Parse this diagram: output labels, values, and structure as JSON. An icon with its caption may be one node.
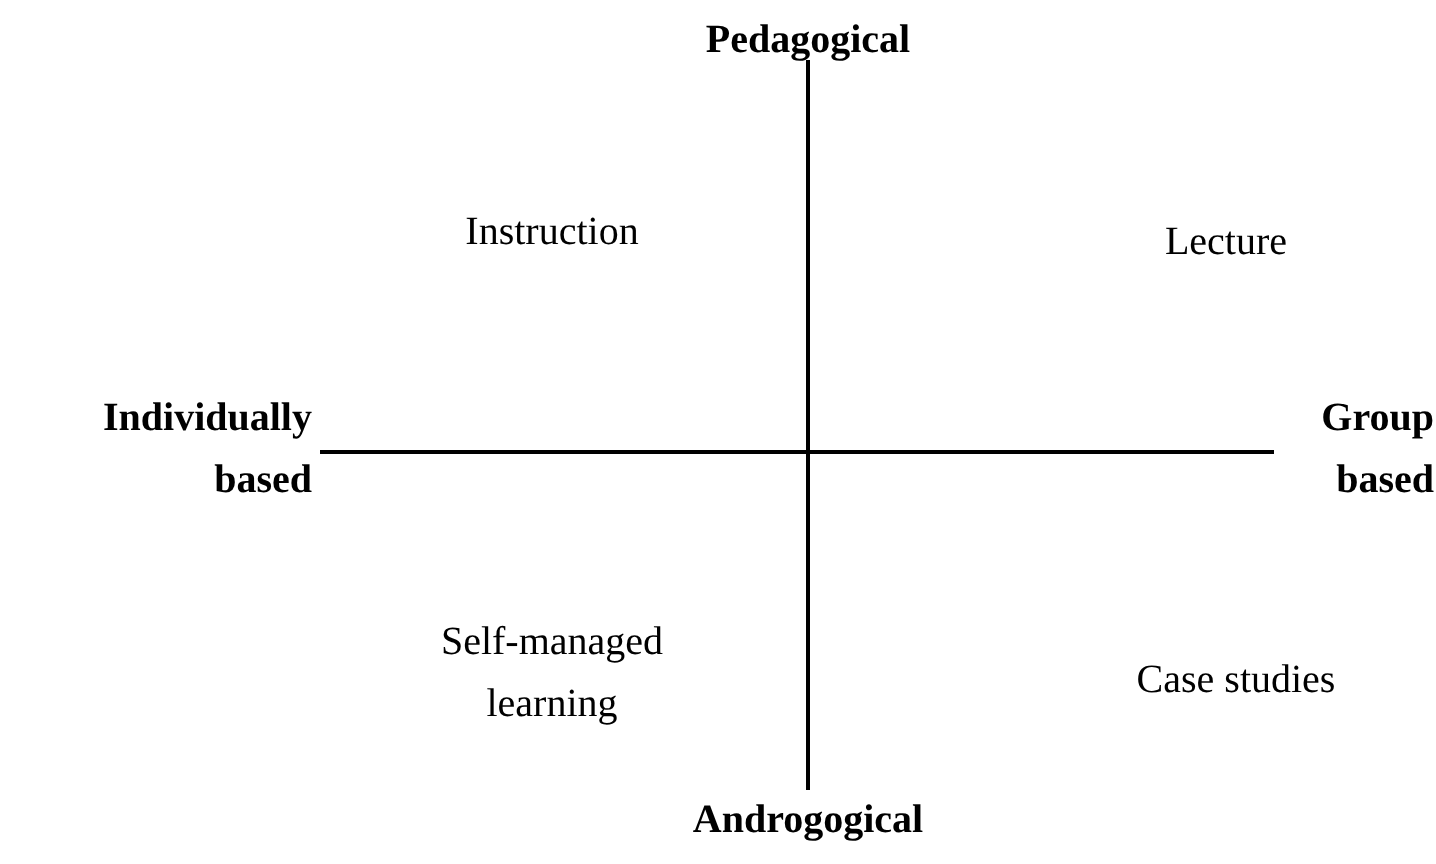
{
  "diagram": {
    "labels": [
      "Pedagogical",
      "Instruction",
      "Lecture",
      "Individually based",
      "Group based",
      "Self-managed learning",
      "Case studies",
      "Androgogical"
    ]
  }
}
